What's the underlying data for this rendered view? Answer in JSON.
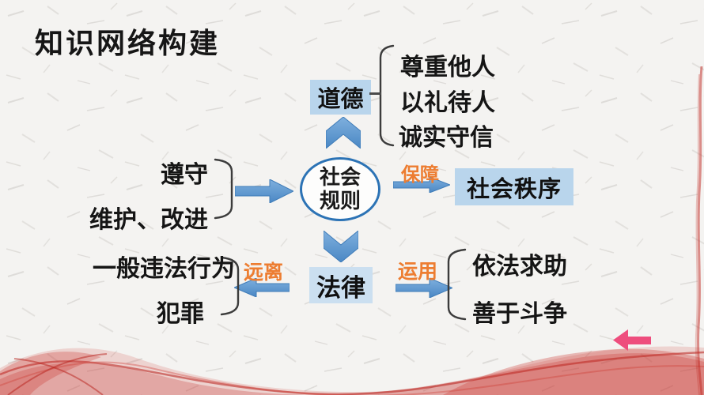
{
  "slide": {
    "title": "知识网络构建"
  },
  "center": {
    "line1": "社会",
    "line2": "规则"
  },
  "morality": {
    "label": "道德",
    "items": [
      "尊重他人",
      "以礼待人",
      "诚实守信"
    ]
  },
  "rules_actions": {
    "items": [
      "遵守",
      "维护、改进"
    ]
  },
  "order": {
    "label": "社会秩序",
    "arrow_label": "保障"
  },
  "law": {
    "label": "法律",
    "avoid": {
      "arrow_label": "远离",
      "items": [
        "一般违法行为",
        "犯罪"
      ]
    },
    "use": {
      "arrow_label": "运用",
      "items": [
        "依法求助",
        "善于斗争"
      ]
    }
  },
  "colors": {
    "background": "#f4f3f1",
    "box_fill": "#b9d5ec",
    "law_box_fill": "#cbdff0",
    "circle_border": "#2c73b5",
    "arrow_blue": "#5b9bd5",
    "accent_orange": "#ed7d31",
    "pink_arrow": "#ee4d7d",
    "decor_red": "#c0261f",
    "text": "#1a1a1a"
  }
}
